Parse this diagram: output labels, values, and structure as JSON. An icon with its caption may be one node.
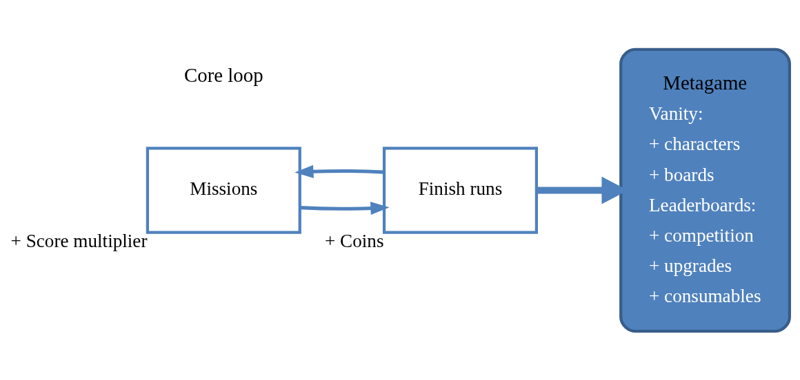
{
  "diagram": {
    "nodes": [
      {
        "text": [
          "Missions"
        ],
        "beside": [
          "+ Score multiplier"
        ]
      },
      {
        "text": [
          "Finish runs"
        ],
        "beside": [
          "+ Coins"
        ]
      },
      {
        "text": [
          "Metagame",
          "Vanity:",
          "+ characters",
          "+ boards",
          "Leaderboards:",
          "+ competition",
          "+ upgrades",
          "+ consumables"
        ]
      }
    ],
    "edges": [
      {
        "from": 0,
        "to": 1,
        "arrow": "to"
      },
      {
        "from": 1,
        "to": 0,
        "arrow": "to"
      },
      {
        "from": 1,
        "to": 2,
        "arrow": "to",
        "style": "thick"
      }
    ],
    "labels": [
      "Core loop"
    ]
  }
}
